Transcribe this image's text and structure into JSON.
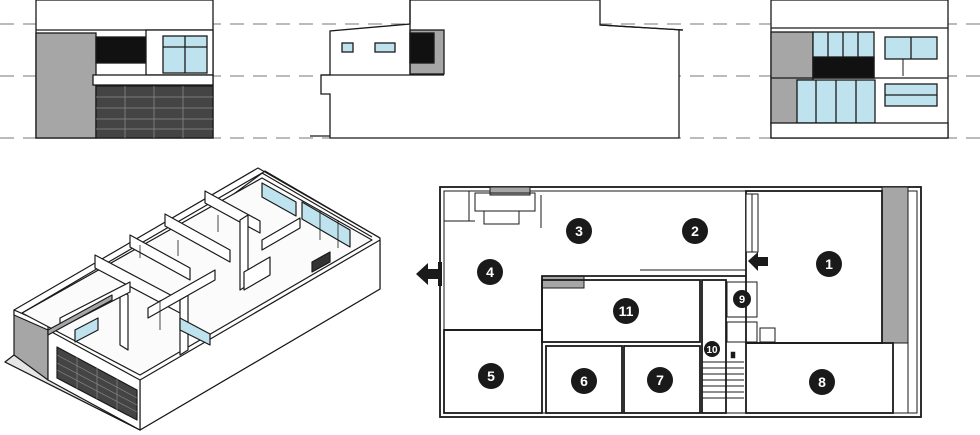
{
  "room_numbers": [
    "1",
    "2",
    "3",
    "4",
    "5",
    "6",
    "7",
    "8",
    "9",
    "10",
    "11"
  ],
  "colors": {
    "line": "#1a1a1a",
    "wall_gray": "#a6a6a6",
    "dark_panel": "#3c3c3c",
    "glass": "#bfe3ee",
    "marker_fill": "#1a1a1a",
    "marker_text": "#ffffff"
  },
  "icons": {
    "entry_arrow": "arrow-left-icon",
    "exit_arrow": "arrow-left-icon"
  }
}
